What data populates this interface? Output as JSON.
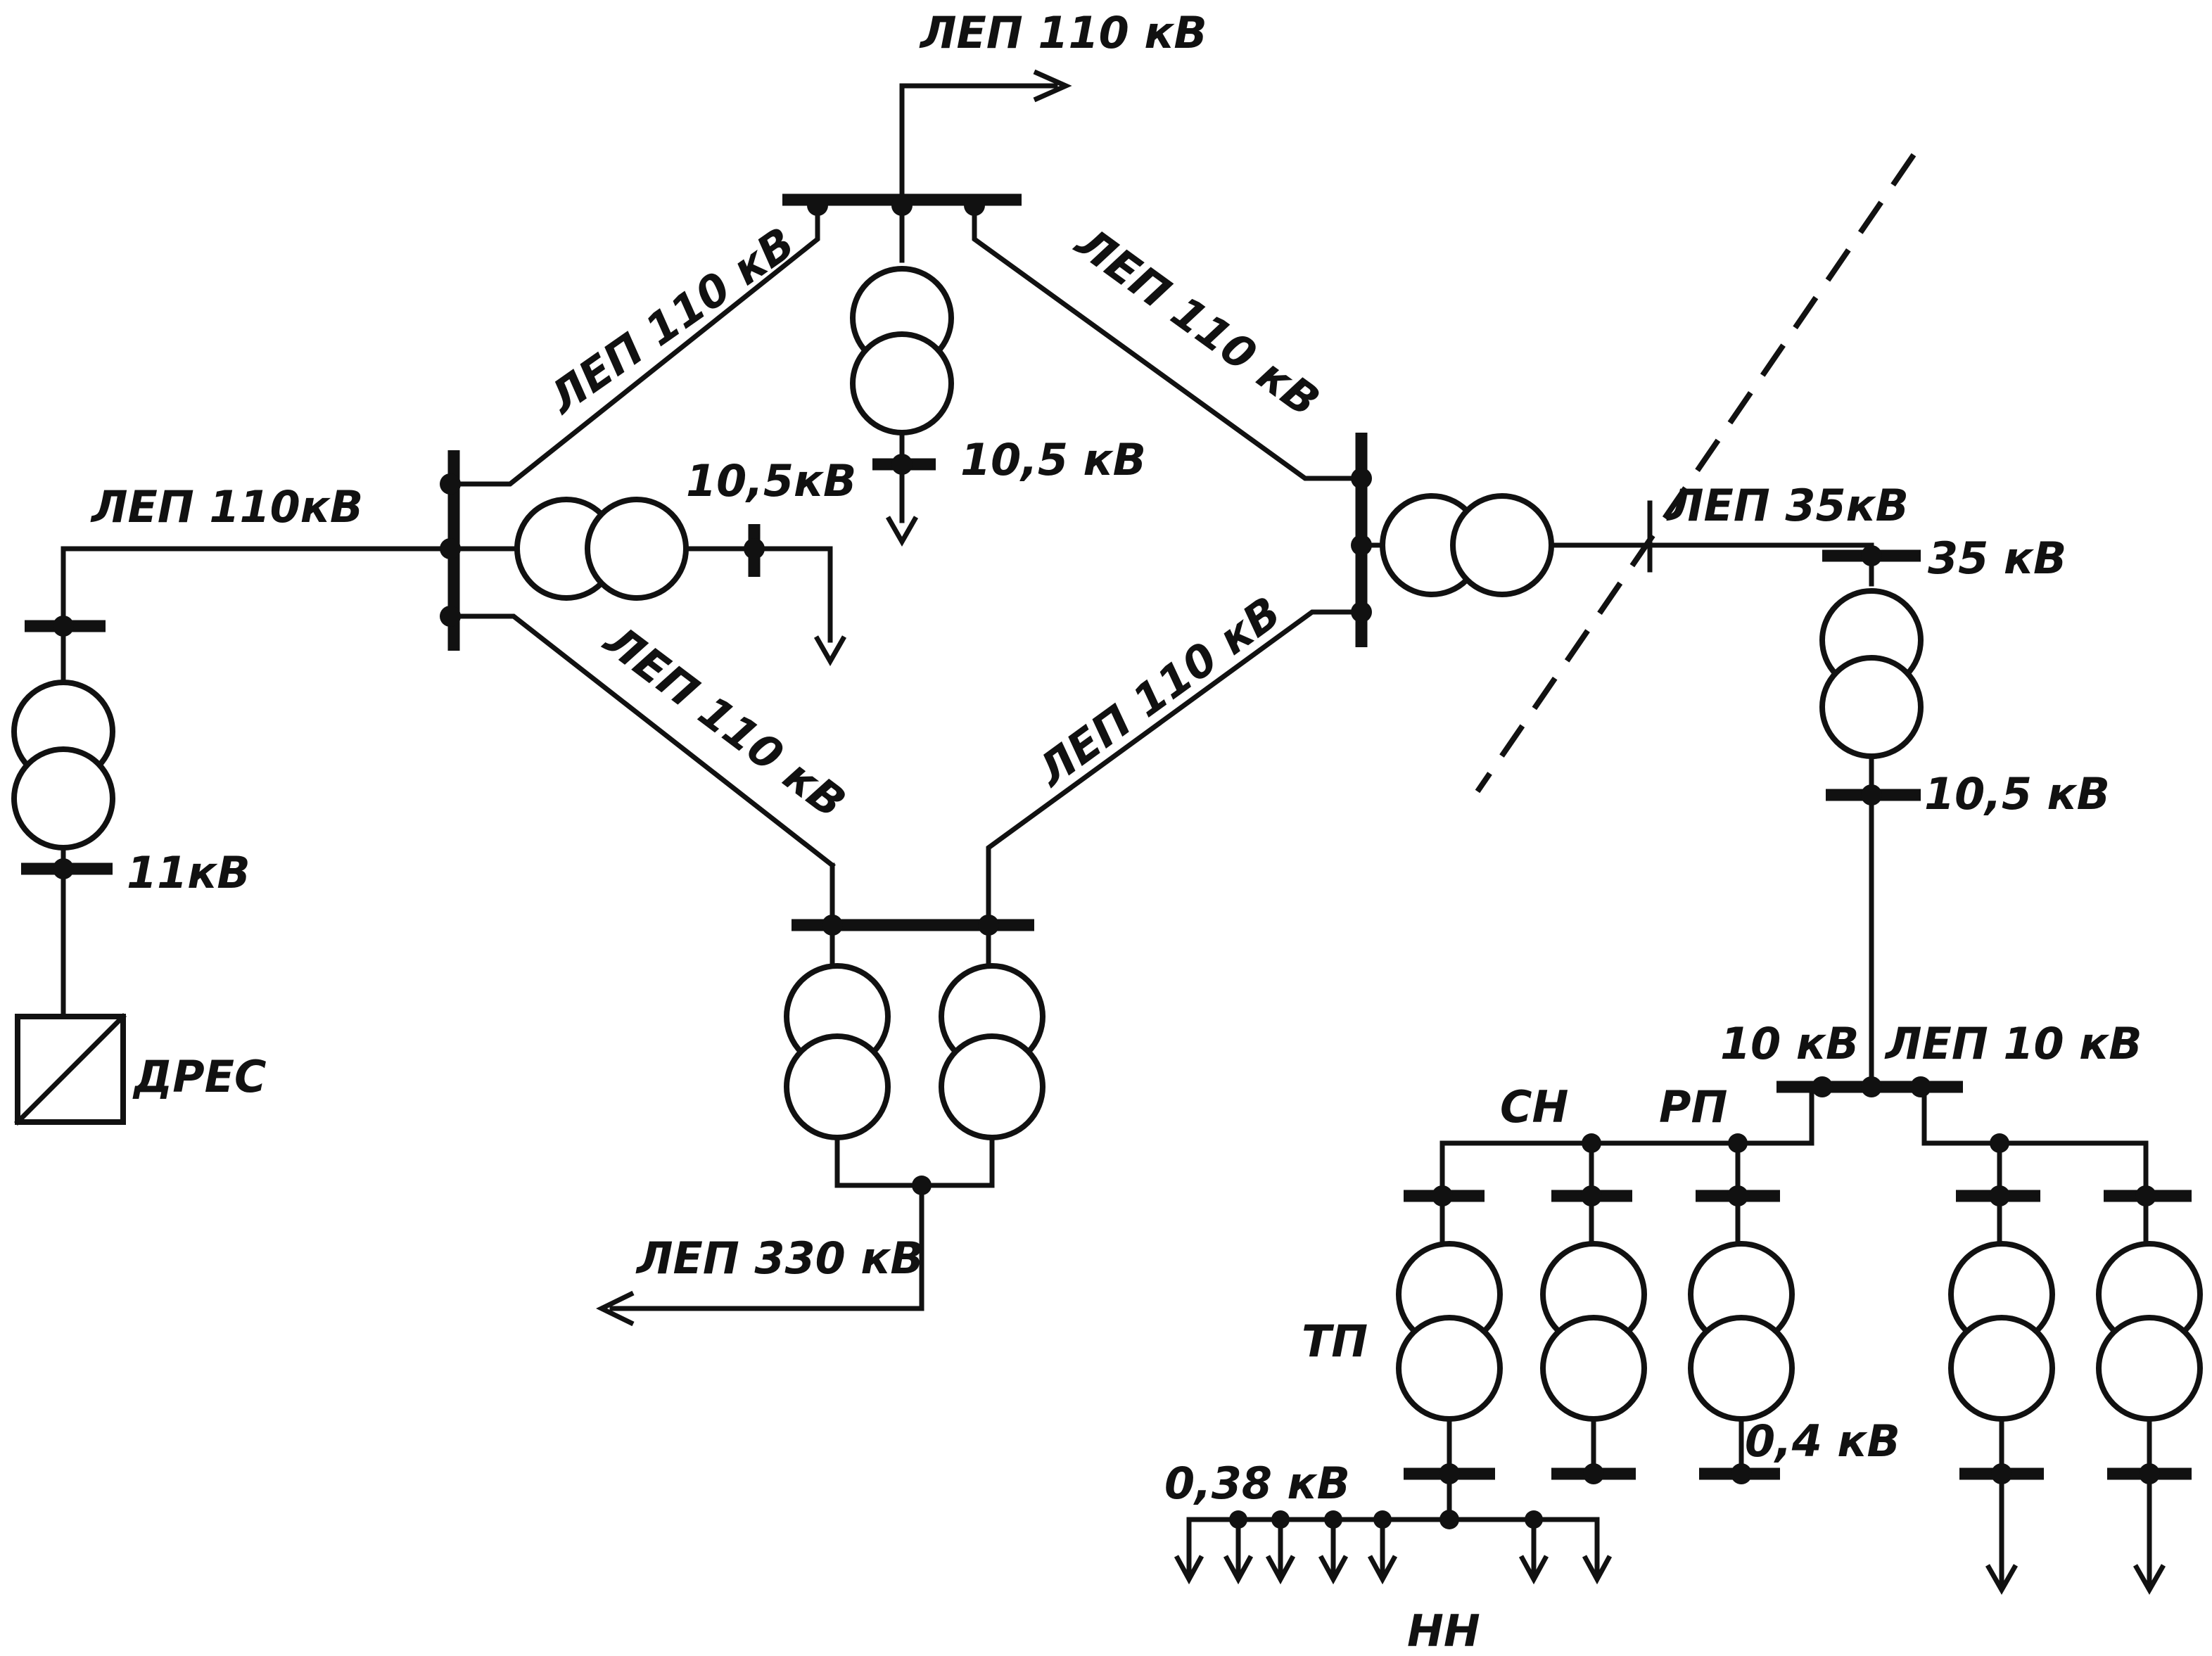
{
  "labels": {
    "lep110_top": "ЛЕП 110 кВ",
    "lep110_left": "ЛЕП 110кВ",
    "lep110_ul": "ЛЕП 110 кВ",
    "lep110_ur": "ЛЕП 110 кВ",
    "lep110_ll": "ЛЕП 110 кВ",
    "lep110_lr": "ЛЕП 110 кВ",
    "v105_top": "10,5 кВ",
    "v105_mid": "10,5кВ",
    "v11": "11кВ",
    "dres": "ДРЕС",
    "lep330": "ЛЕП 330 кВ",
    "lep35": "ЛЕП 35кВ",
    "v35": "35 кВ",
    "v105_right": "10,5 кВ",
    "v10": "10 кВ",
    "lep10": "ЛЕП 10 кВ",
    "sn": "СН",
    "rp": "РП",
    "tp": "ТП",
    "v04": "0,4 кВ",
    "v038": "0,38 кВ",
    "nn": "НН"
  }
}
